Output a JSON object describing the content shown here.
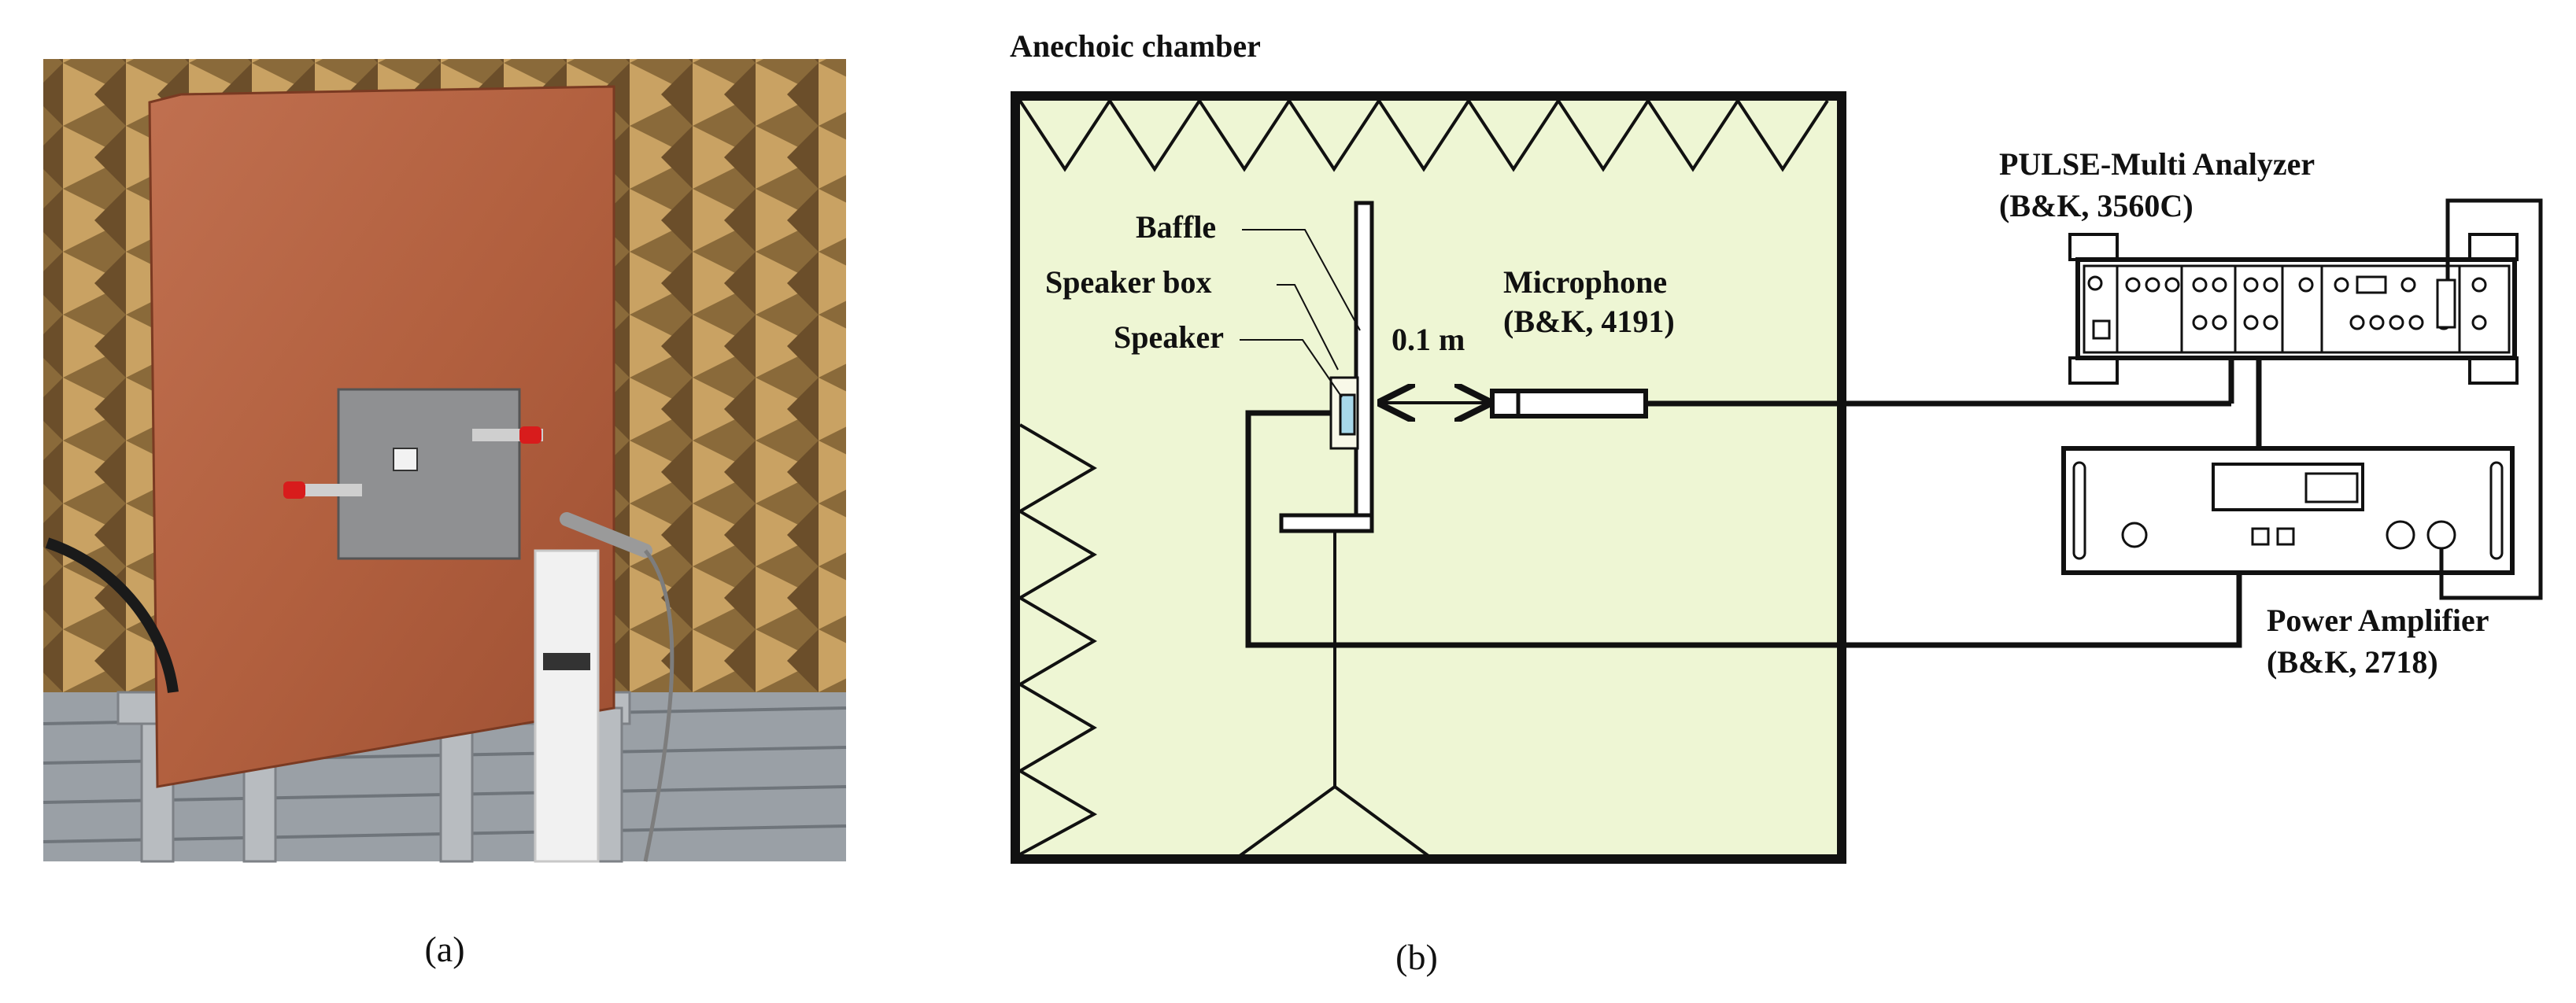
{
  "panels": {
    "a": {
      "caption": "(a)"
    },
    "b": {
      "caption": "(b)"
    }
  },
  "diagram": {
    "chamber_title": "Anechoic chamber",
    "baffle": "Baffle",
    "speaker_box": "Speaker box",
    "speaker": "Speaker",
    "distance": "0.1 m",
    "microphone": {
      "name": "Microphone",
      "model": "(B&K, 4191)"
    },
    "analyzer": {
      "name": "PULSE-Multi Analyzer",
      "model": "(B&K, 3560C)"
    },
    "amplifier": {
      "name": "Power Amplifier",
      "model": "(B&K, 2718)"
    }
  },
  "colors": {
    "chamber_fill": "#eef6d4",
    "speaker": "#a8d8ea",
    "foam": "#c8a060",
    "panel": "#b9603c",
    "plate": "#8c8c8c"
  }
}
